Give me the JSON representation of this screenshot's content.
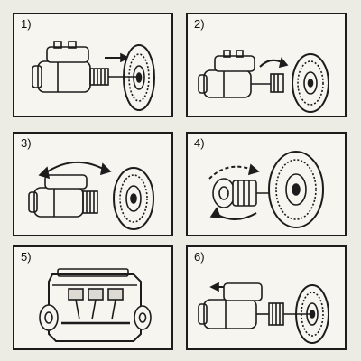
{
  "panels": [
    {
      "label": "1)",
      "description": "starter motor with pinion disengaged; arrow pointing toward flywheel",
      "icon": "starter-motor-icon"
    },
    {
      "label": "2)",
      "description": "pinion moving forward to mesh with flywheel ring gear",
      "icon": "starter-engage-icon"
    },
    {
      "label": "3)",
      "description": "starter pinion engaged, rotation arrow",
      "icon": "starter-rotation-icon"
    },
    {
      "label": "4)",
      "description": "pinion spinning flywheel, rotation arrows",
      "icon": "pinion-spin-icon"
    },
    {
      "label": "5)",
      "description": "engine block with pistons and crankshaft",
      "icon": "engine-block-icon"
    },
    {
      "label": "6)",
      "description": "starter disengaging; arrow pointing away from flywheel",
      "icon": "starter-disengage-icon"
    }
  ]
}
